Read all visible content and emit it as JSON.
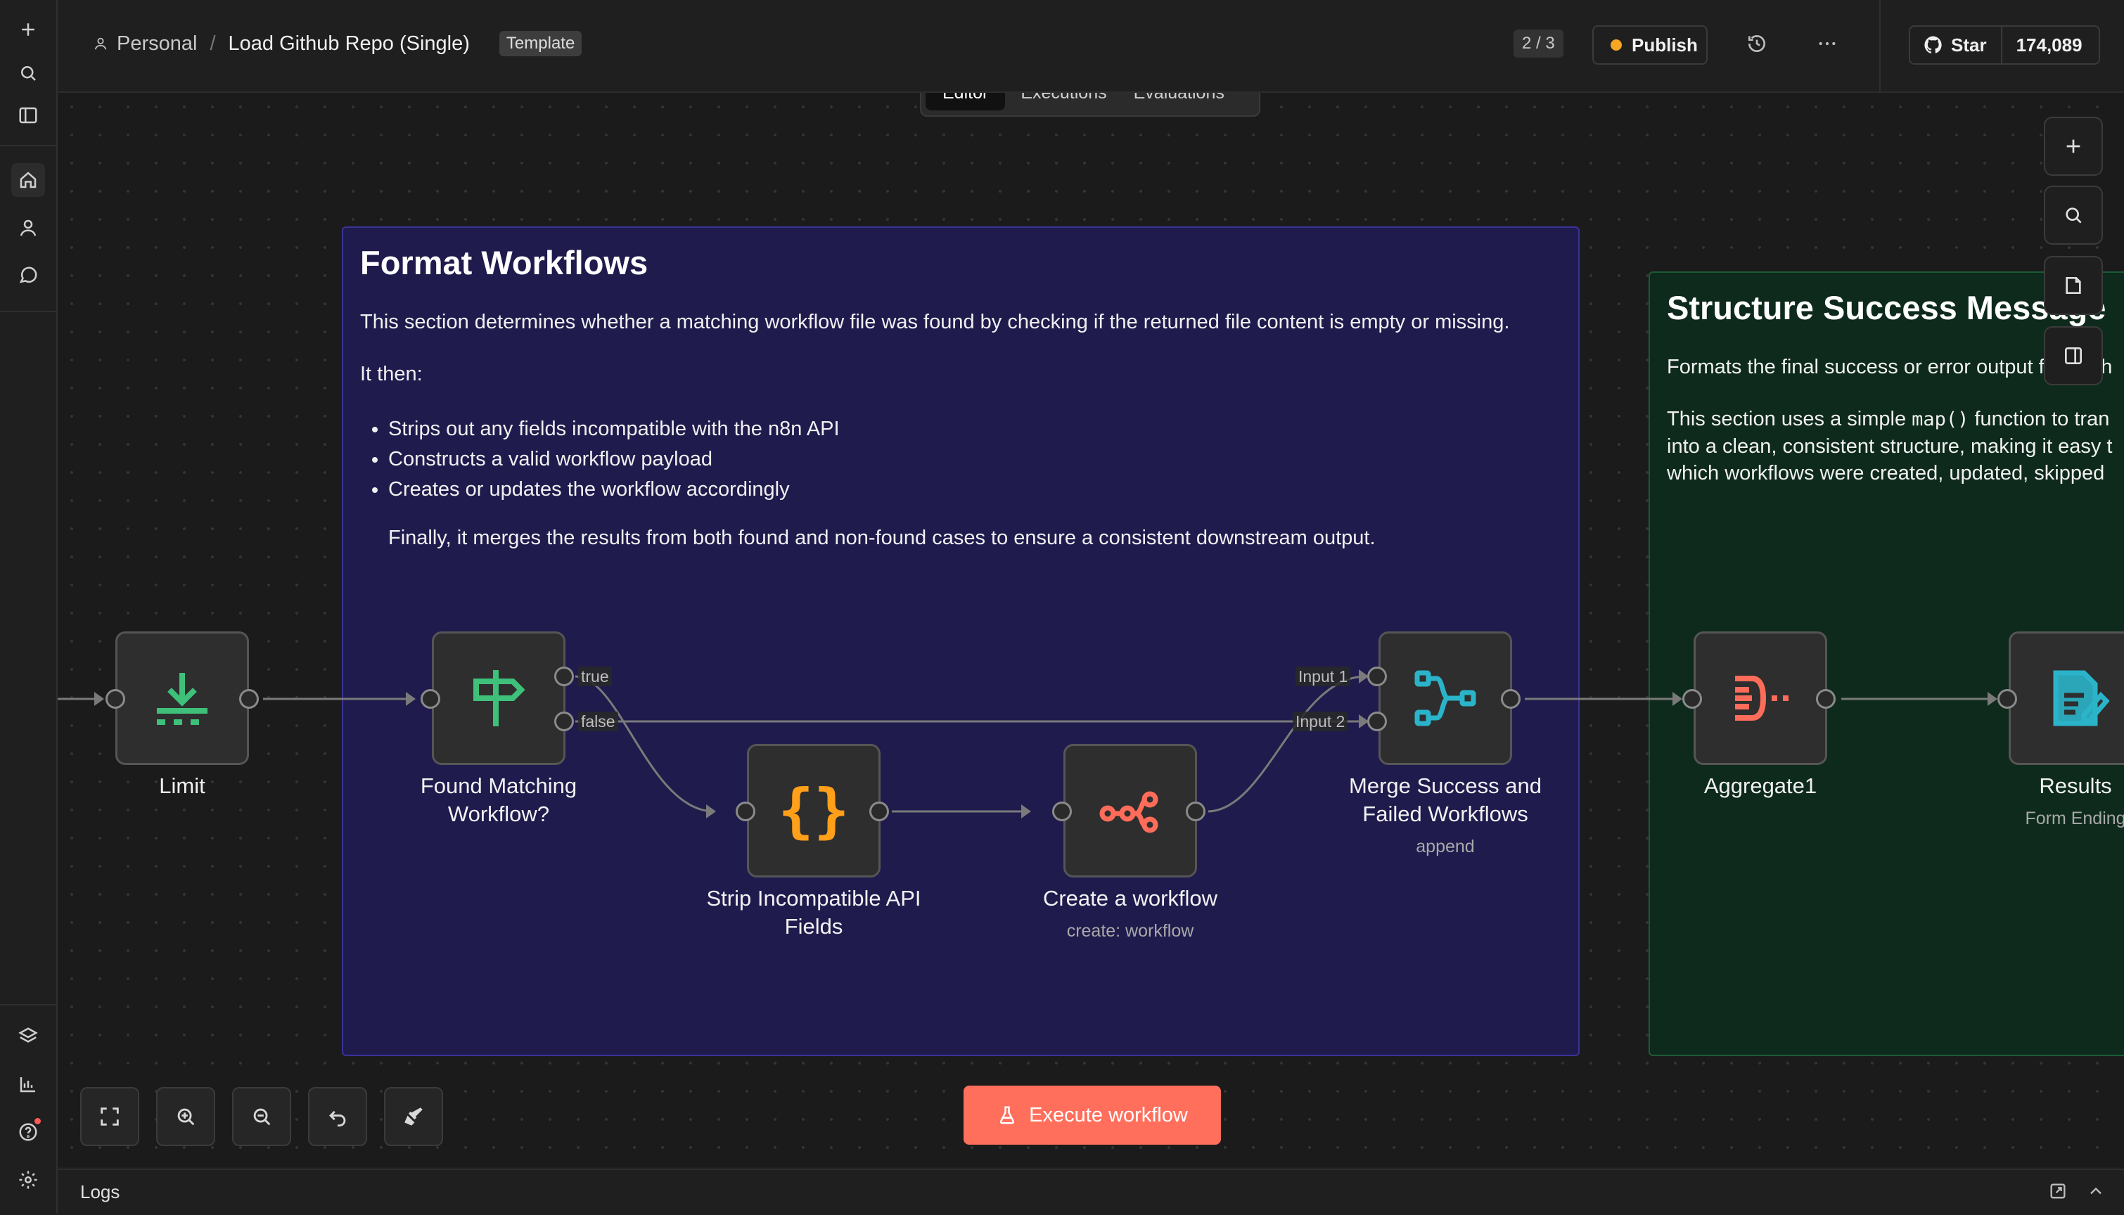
{
  "header": {
    "project_label": "Personal",
    "separator": "/",
    "workflow_name": "Load Github Repo (Single)",
    "template_badge": "Template",
    "version_counter": "2 / 3",
    "publish_label": "Publish",
    "github_star_label": "Star",
    "github_star_count": "174,089"
  },
  "tabs": [
    {
      "label": "Editor",
      "active": true
    },
    {
      "label": "Executions",
      "active": false
    },
    {
      "label": "Evaluations",
      "active": false
    }
  ],
  "stickies": {
    "format": {
      "title": "Format Workflows",
      "intro": "This section determines whether a matching workflow file was found by checking if the returned file content is empty or missing.",
      "then": "It then:",
      "bullets": [
        "Strips out any fields incompatible with the n8n API",
        "Constructs a valid workflow payload",
        "Creates or updates the workflow accordingly"
      ],
      "outro": "Finally, it merges the results from both found and non-found cases to ensure a consistent downstream output."
    },
    "success": {
      "title": "Structure Success Message",
      "line1": "Formats the final success or error output for each",
      "line2_prefix": "This section uses a simple ",
      "line2_code": "map()",
      "line2_suffix": " function to tran",
      "line3": "into a clean, consistent structure, making it easy t",
      "line4": "which workflows were created, updated, skipped"
    }
  },
  "nodes": {
    "limit": {
      "label": "Limit"
    },
    "found": {
      "label_line1": "Found Matching",
      "label_line2": "Workflow?",
      "port_true": "true",
      "port_false": "false"
    },
    "strip": {
      "label_line1": "Strip Incompatible API",
      "label_line2": "Fields"
    },
    "create": {
      "label": "Create a workflow",
      "subtitle": "create: workflow"
    },
    "merge": {
      "label_line1": "Merge Success and",
      "label_line2": "Failed Workflows",
      "subtitle": "append",
      "input1": "Input 1",
      "input2": "Input 2"
    },
    "aggregate": {
      "label": "Aggregate1"
    },
    "results": {
      "label": "Results",
      "subtitle": "Form Ending"
    }
  },
  "execute_label": "Execute workflow",
  "logs_label": "Logs",
  "colors": {
    "format_sticky_bg": "#1f1b4d",
    "success_sticky_bg": "#0e2a1c",
    "execute_bg": "#ff6f5c",
    "publish_dot": "#f5a623",
    "limit_icon": "#3ec07a",
    "if_icon": "#3ec07a",
    "code_icon": "#ff9f1a",
    "n8n_icon": "#ff6d5a",
    "merge_icon": "#2bb4c9",
    "aggregate_icon": "#ff6d5a",
    "form_icon": "#2bb4c9"
  }
}
